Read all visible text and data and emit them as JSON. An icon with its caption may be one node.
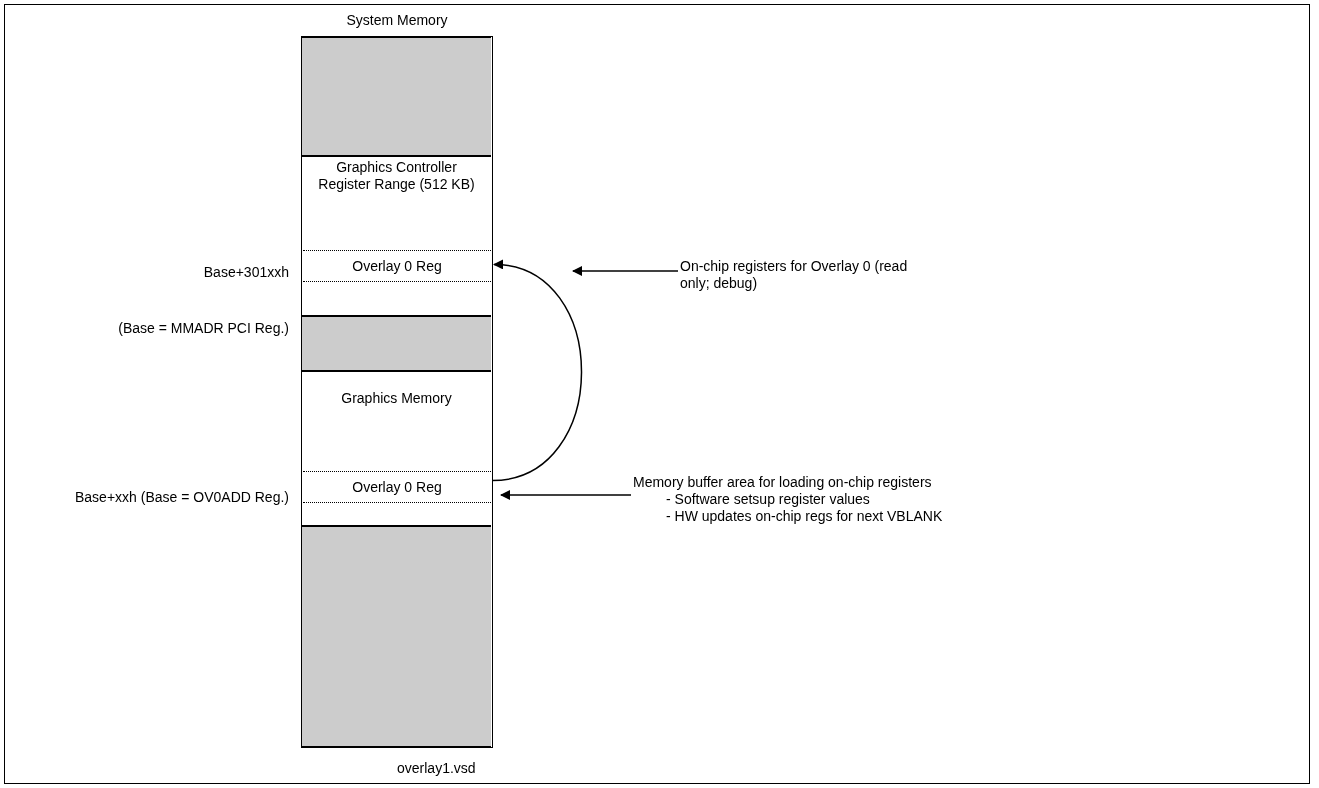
{
  "diagram": {
    "caption": "overlay1.vsd",
    "nodes": [
      {
        "text": [
          "System Memory"
        ]
      },
      {
        "text": [],
        "shape": "box",
        "in": 0
      },
      {
        "text": [
          "Graphics Controller Register Range (512 KB)"
        ],
        "in": 0
      },
      {
        "text": [
          "Overlay 0 Reg"
        ],
        "in": 2
      },
      {
        "text": [],
        "shape": "box",
        "in": 0
      },
      {
        "text": [
          "Graphics Memory"
        ],
        "in": 0
      },
      {
        "text": [
          "Overlay 0 Reg"
        ],
        "in": 5
      },
      {
        "text": [],
        "shape": "box",
        "in": 0
      },
      {
        "text": [
          "On-chip registers for Overlay 0 (read only; debug)"
        ]
      },
      {
        "text": [
          "Memory buffer area for loading on-chip registers",
          "- Software setsup register values",
          "- HW updates on-chip regs for next VBLANK"
        ]
      }
    ],
    "edges": [
      {
        "from": 6,
        "to": 3,
        "arrow": "to"
      },
      {
        "from": 8,
        "to": null,
        "arrow": "to"
      },
      {
        "from": 9,
        "to": 6,
        "arrow": "to"
      }
    ],
    "labels": [
      "Base+301xxh",
      "(Base = MMADR PCI Reg.)",
      "Base+xxh (Base = OV0ADD Reg.)"
    ]
  }
}
